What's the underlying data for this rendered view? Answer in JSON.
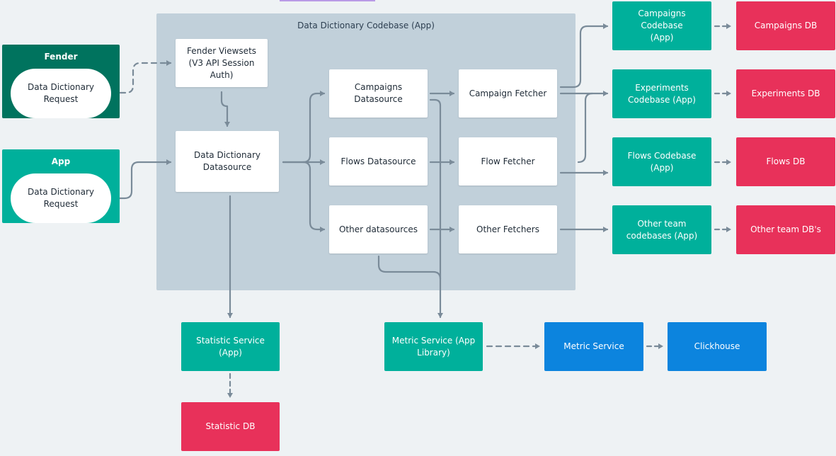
{
  "container": {
    "title": "Data Dictionary Codebase (App)"
  },
  "groups": {
    "fender": {
      "title": "Fender",
      "pill": "Data Dictionary\nRequest"
    },
    "app": {
      "title": "App",
      "pill": "Data Dictionary\nRequest"
    }
  },
  "nodes": {
    "fender_viewsets": "Fender Viewsets\n(V3 API Session\nAuth)",
    "dd_datasource": "Data Dictionary\nDatasource",
    "campaigns_ds": "Campaigns\nDatasource",
    "flows_ds": "Flows Datasource",
    "other_ds": "Other datasources",
    "campaign_fetcher": "Campaign Fetcher",
    "flow_fetcher": "Flow Fetcher",
    "other_fetchers": "Other Fetchers",
    "campaigns_codebase": "Campaigns Codebase\n(App)",
    "experiments_codebase": "Experiments\nCodebase (App)",
    "flows_codebase": "Flows Codebase\n(App)",
    "other_codebases": "Other team\ncodebases (App)",
    "campaigns_db": "Campaigns DB",
    "experiments_db": "Experiments DB",
    "flows_db": "Flows DB",
    "other_db": "Other team DB's",
    "statistic_service": "Statistic Service\n(App)",
    "statistic_db": "Statistic DB",
    "metric_service_lib": "Metric Service (App\nLibrary)",
    "metric_service": "Metric Service",
    "clickhouse": "Clickhouse"
  },
  "colors": {
    "background": "#eef2f4",
    "container": "#c1d0da",
    "dark_teal": "#00735e",
    "teal": "#00b09b",
    "red": "#e8315a",
    "blue": "#0c84de",
    "edge": "#7a8b99"
  }
}
